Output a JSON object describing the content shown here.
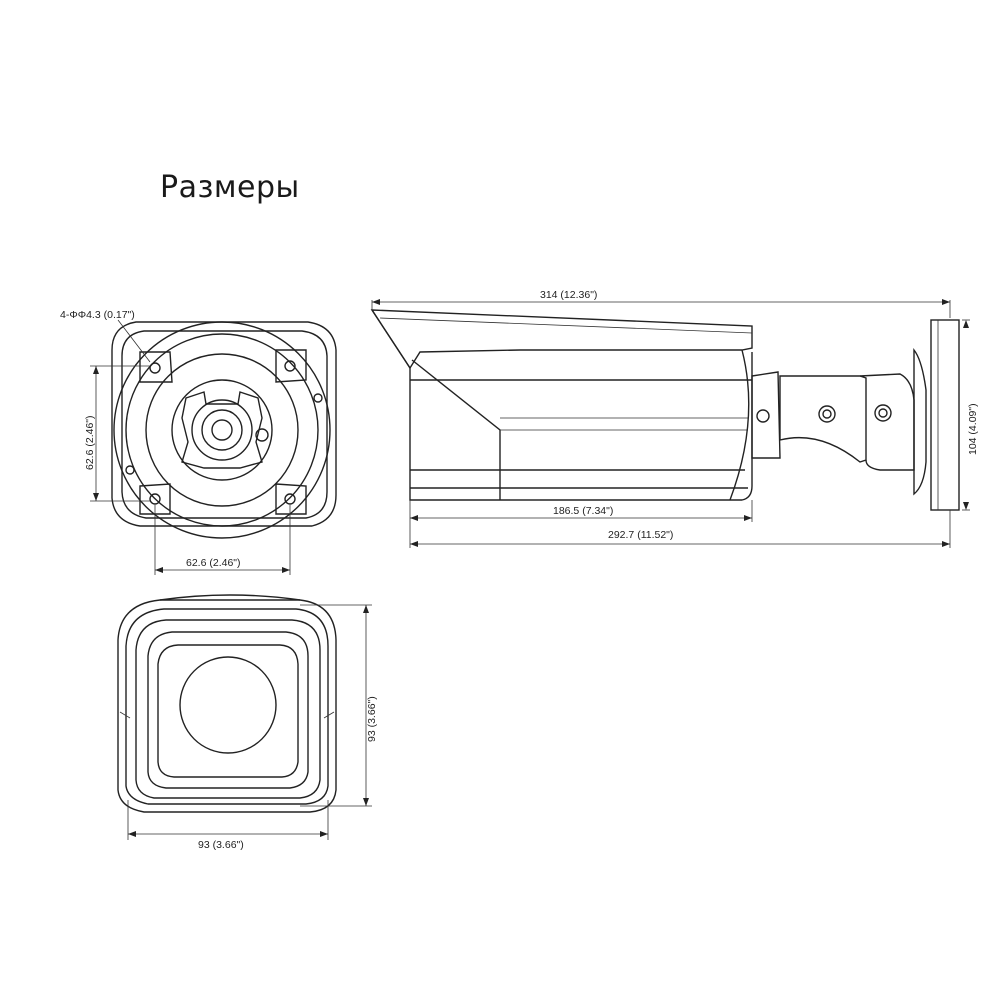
{
  "title": "Размеры",
  "dimensions": {
    "mount_holes": "4-ΦΦ4.3 (0.17\")",
    "mount_height": "62.6 (2.46\")",
    "mount_width": "62.6 (2.46\")",
    "total_length": "314 (12.36\")",
    "base_height": "104 (4.09\")",
    "body_length": "186.5 (7.34\")",
    "length_to_base": "292.7 (11.52\")",
    "front_height": "93 (3.66\")",
    "front_width": "93 (3.66\")"
  }
}
